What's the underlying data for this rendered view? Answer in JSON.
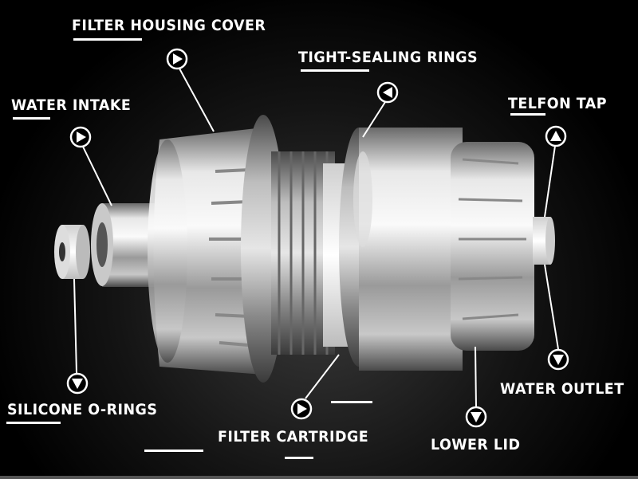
{
  "labels": {
    "filter_housing_cover": "FILTER HOUSING COVER",
    "tight_sealing_rings": "TIGHT-SEALING RINGS",
    "water_intake": "WATER INTAKE",
    "telfon_tap": "TELFON TAP",
    "silicone_o_rings": "SILICONE O-RINGS",
    "filter_cartridge": "FILTER CARTRIDGE",
    "lower_lid": "LOWER LID",
    "water_outlet": "WATER OUTLET"
  },
  "colors": {
    "background": "#000000",
    "text": "#ffffff",
    "metal_light": "#f2f2f2",
    "metal_dark": "#5a5a5a"
  }
}
